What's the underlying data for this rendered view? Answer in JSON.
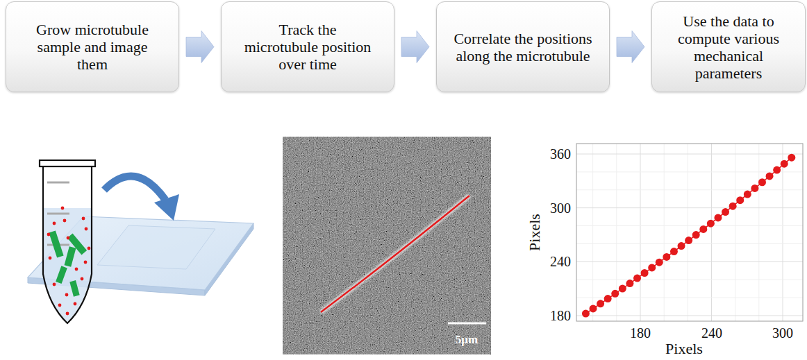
{
  "diagram": {
    "nodes": [
      {
        "text": [
          "Grow microtubule sample and image them"
        ]
      },
      {
        "text": [
          "Track the microtubule position over time"
        ]
      },
      {
        "text": [
          "Correlate the positions along the microtubule"
        ]
      },
      {
        "text": [
          "Use the data to compute various mechanical parameters"
        ]
      }
    ],
    "edges": [
      {
        "from": 0,
        "to": 1,
        "arrow": "to"
      },
      {
        "from": 1,
        "to": 2,
        "arrow": "to"
      },
      {
        "from": 2,
        "to": 3,
        "arrow": "to"
      }
    ],
    "labels": [
      "5μm",
      "360",
      "300",
      "240",
      "180",
      "Pixels",
      "180",
      "240",
      "300",
      "Pixels"
    ]
  }
}
